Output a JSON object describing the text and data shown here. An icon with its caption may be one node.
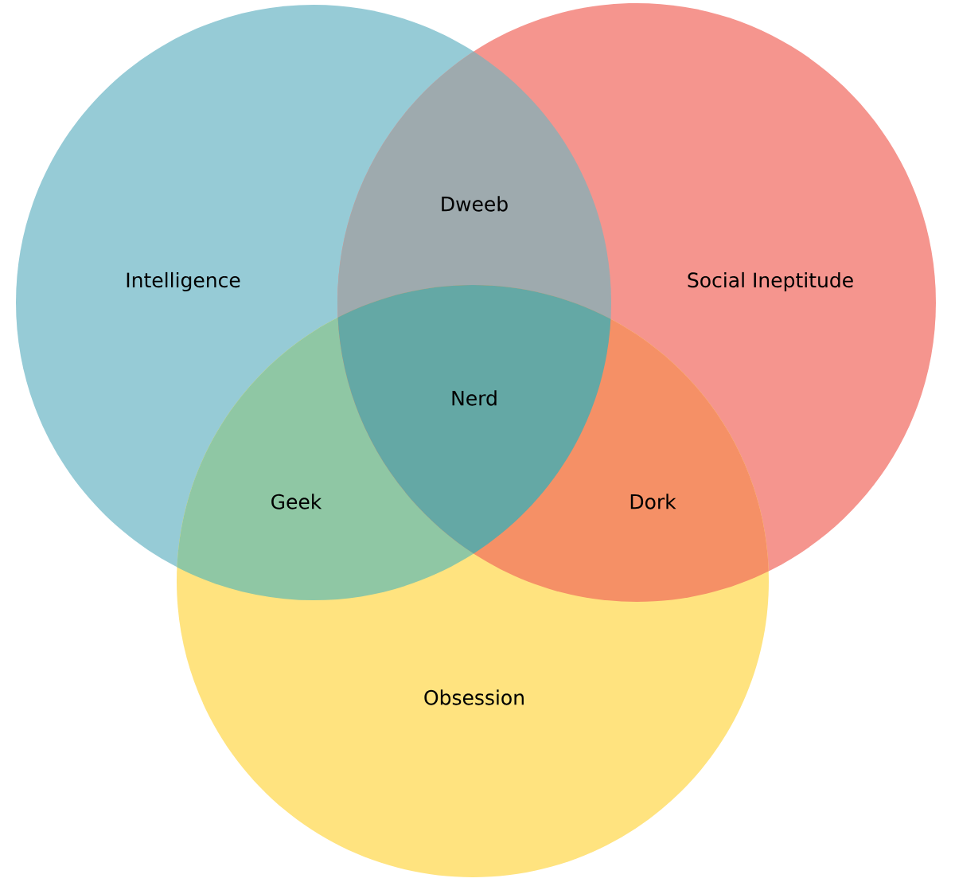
{
  "diagram": {
    "nodes": [
      {
        "text": [
          "Intelligence"
        ]
      },
      {
        "text": [
          "Social Ineptitude"
        ]
      },
      {
        "text": [
          "Obsession"
        ]
      }
    ],
    "labels": [
      "Dweeb",
      "Nerd",
      "Geek",
      "Dork"
    ]
  }
}
